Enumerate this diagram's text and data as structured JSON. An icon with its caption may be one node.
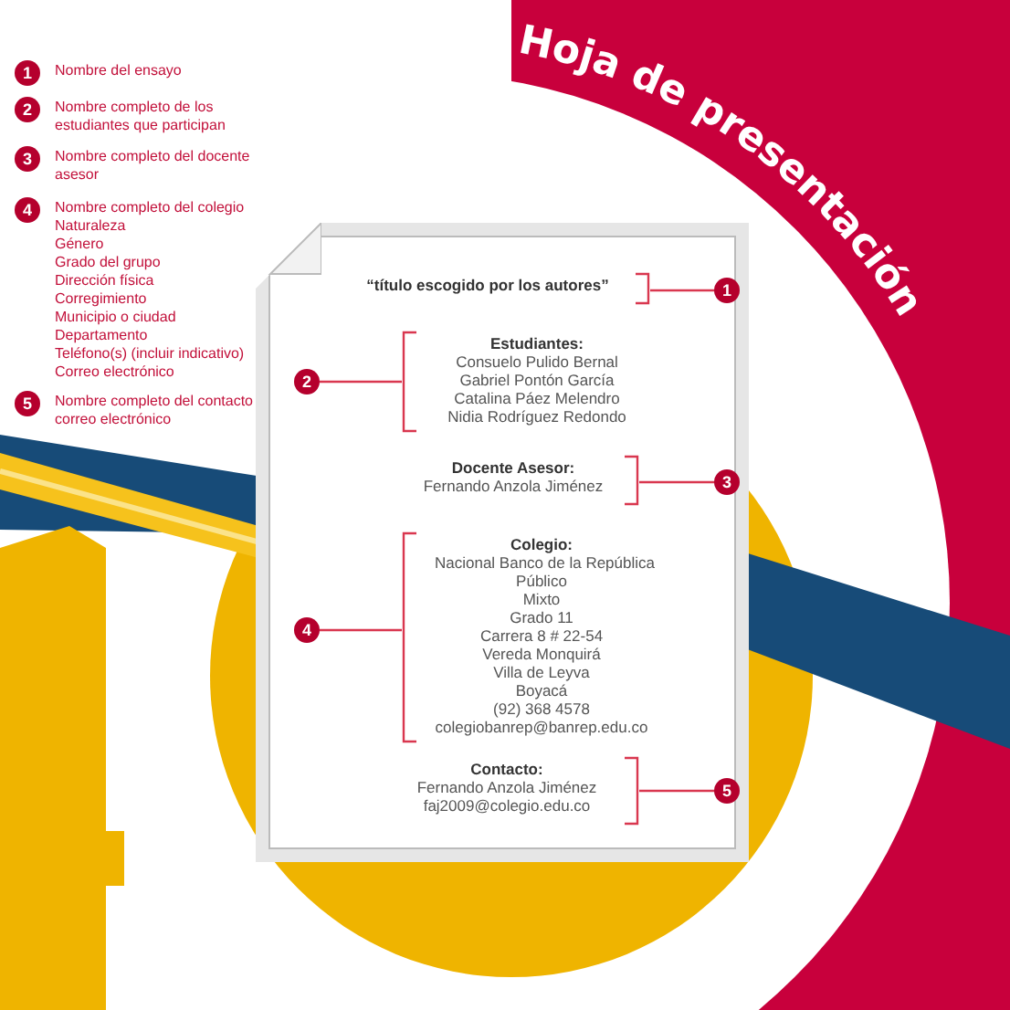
{
  "diagram": {
    "title": "Hoja de presentación",
    "nodes": [
      {
        "text": [
          "1"
        ],
        "beside": [
          "Nombre del ensayo"
        ]
      },
      {
        "text": [
          "2"
        ],
        "beside": [
          "Nombre completo de los estudiantes que participan"
        ]
      },
      {
        "text": [
          "3"
        ],
        "beside": [
          "Nombre completo del docente asesor"
        ]
      },
      {
        "text": [
          "4"
        ],
        "beside": [
          "Nombre completo del colegio",
          "Naturaleza",
          "Género",
          "Grado del grupo",
          "Dirección física",
          "Corregimiento",
          "Municipio o ciudad",
          "Departamento",
          "Teléfono(s) (incluir indicativo)",
          "Correo electrónico"
        ]
      },
      {
        "text": [
          "5"
        ],
        "beside": [
          "Nombre completo del contacto",
          "correo electrónico"
        ]
      },
      {
        "text": [],
        "shape": "box"
      },
      {
        "text": [
          "“título escogido por los autores”"
        ],
        "in": 5
      },
      {
        "text": [
          "Estudiantes:",
          "Consuelo Pulido Bernal",
          "Gabriel Pontón García",
          "Catalina Páez Melendro",
          "Nidia Rodríguez Redondo"
        ],
        "in": 5
      },
      {
        "text": [
          "Docente Asesor:",
          "Fernando Anzola Jiménez"
        ],
        "in": 5
      },
      {
        "text": [
          "Colegio:",
          "Nacional Banco de la República",
          "Público",
          "Mixto",
          "Grado 11",
          "Carrera 8 # 22-54",
          "Vereda Monquirá",
          "Villa de Leyva",
          "Boyacá",
          "(92) 368 4578",
          "colegiobanrep@banrep.edu.co"
        ],
        "in": 5
      },
      {
        "text": [
          "Contacto:",
          "Fernando Anzola Jiménez",
          "faj2009@colegio.edu.co"
        ],
        "in": 5
      },
      {
        "text": [
          "1"
        ],
        "in": 5
      },
      {
        "text": [
          "2"
        ],
        "in": 5
      },
      {
        "text": [
          "3"
        ],
        "in": 5
      },
      {
        "text": [
          "4"
        ],
        "in": 5
      },
      {
        "text": [
          "5"
        ],
        "in": 5
      }
    ],
    "edges": [
      {
        "from": 11,
        "to": 6,
        "arrow": "none"
      },
      {
        "from": 12,
        "to": 7,
        "arrow": "none"
      },
      {
        "from": 13,
        "to": 8,
        "arrow": "none"
      },
      {
        "from": 14,
        "to": 9,
        "arrow": "none"
      },
      {
        "from": 15,
        "to": 10,
        "arrow": "none"
      }
    ]
  }
}
